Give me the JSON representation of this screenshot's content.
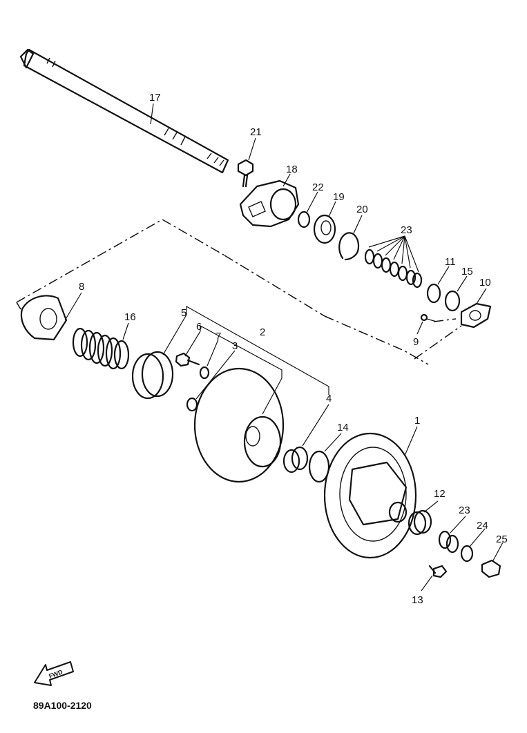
{
  "diagram": {
    "drawing_code": "89A100-2120",
    "fwd_text": "FWD",
    "callouts": [
      "1",
      "2",
      "3",
      "4",
      "5",
      "6",
      "7",
      "8",
      "9",
      "10",
      "11",
      "12",
      "13",
      "14",
      "15",
      "16",
      "17",
      "18",
      "19",
      "20",
      "21",
      "22",
      "23",
      "23",
      "24",
      "25"
    ]
  }
}
